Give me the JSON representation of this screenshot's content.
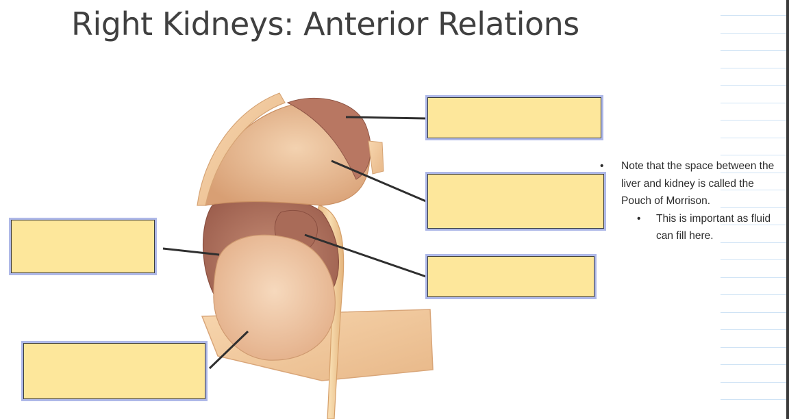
{
  "slide": {
    "title": "Right Kidneys: Anterior Relations",
    "notes": {
      "main_point": "Note that the space between the liver and kidney is called the Pouch of Morrison.",
      "sub_point": "This is important as fluid can fill here."
    }
  },
  "label_boxes": [
    "",
    "",
    "",
    "",
    ""
  ],
  "colors": {
    "label_fill": "#fde79b",
    "label_glow": "#aeb8e8",
    "kidney_upper": "#e7b58a",
    "kidney_middle": "#b87a64",
    "kidney_lower": "#eec3a0",
    "ureter": "#f0cc94"
  }
}
